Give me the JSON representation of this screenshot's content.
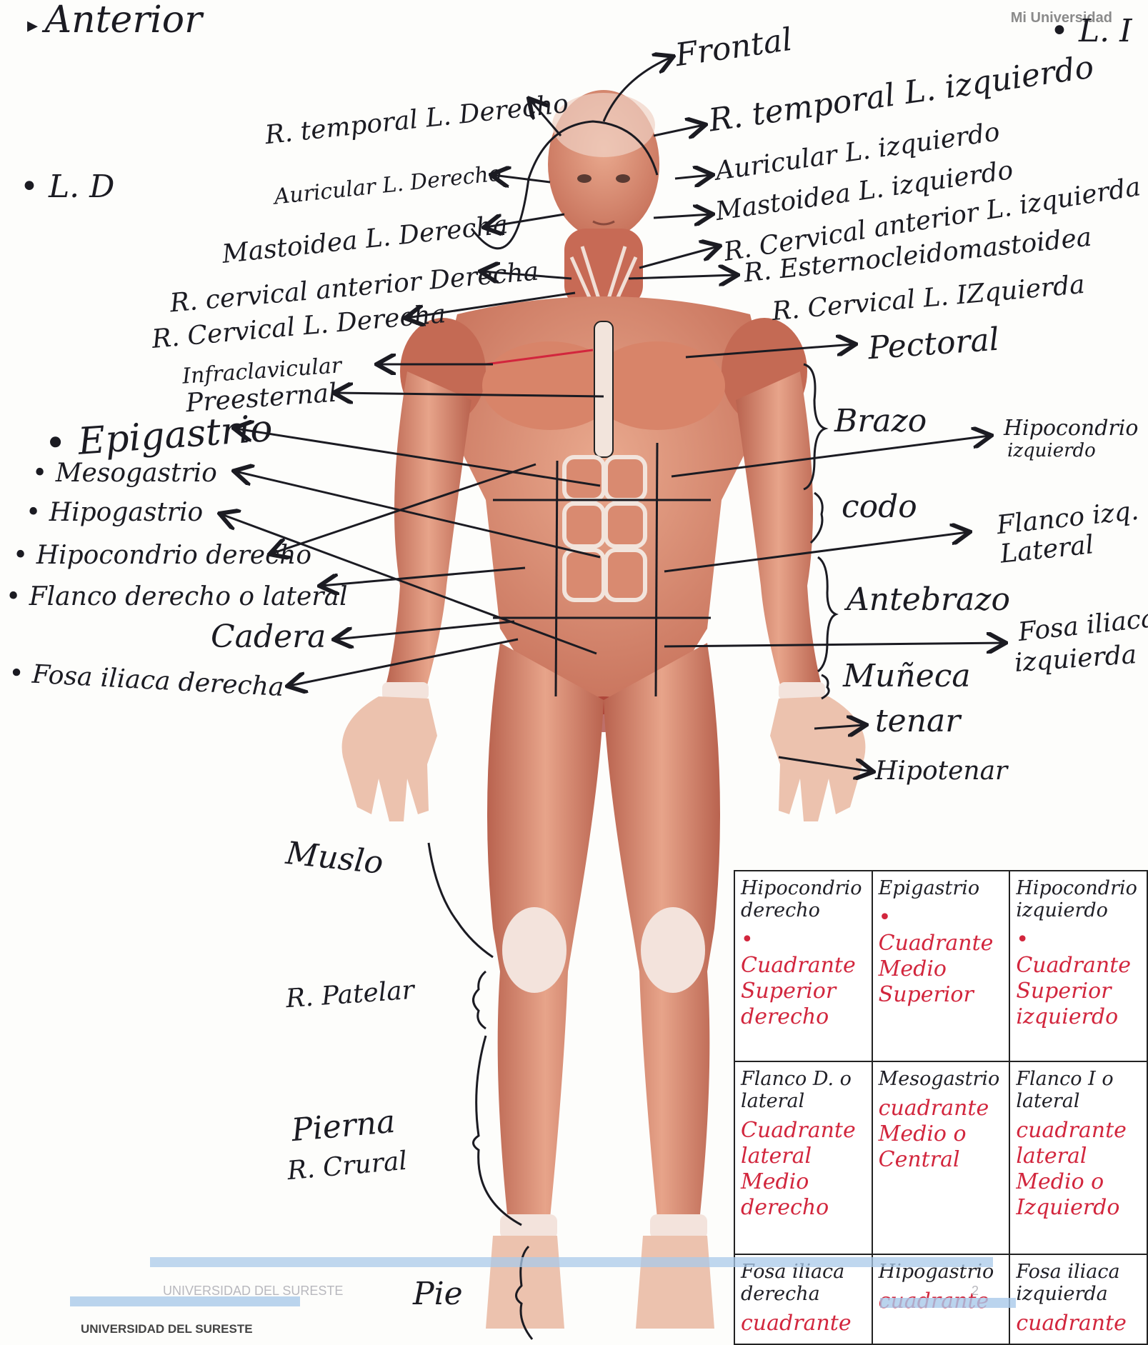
{
  "header": {
    "title": "Anterior",
    "left_side": "L. D",
    "right_side": "L. I",
    "logo_caption": "Mi Universidad"
  },
  "labels_left": {
    "temporal_der": "R. temporal L. Derecho",
    "auricular_der": "Auricular L. Derecho",
    "mastoidea_der": "Mastoidea L. Derecha",
    "cervical_ant_der": "R. cervical anterior Derecha",
    "cervical_der": "R. Cervical L. Derecha",
    "infraclavicular": "Infraclavicular",
    "preesternal": "Preesternal",
    "epigastrio": "Epigastrio",
    "mesogastrio": "Mesogastrio",
    "hipogastrio": "Hipogastrio",
    "hipocondrio_der": "Hipocondrio derecho",
    "flanco_der": "Flanco derecho o lateral",
    "cadera": "Cadera",
    "fosa_iliaca_der": "Fosa iliaca derecha",
    "muslo": "Muslo",
    "patelar": "R. Patelar",
    "pierna": "Pierna",
    "crural": "R. Crural",
    "pie": "Pie"
  },
  "labels_right": {
    "frontal": "Frontal",
    "temporal_izq": "R. temporal L. izquierdo",
    "auricular_izq": "Auricular L. izquierdo",
    "mastoidea_izq": "Mastoidea L. izquierdo",
    "cervical_ant_izq": "R. Cervical anterior L. izquierda",
    "esternocleido": "R. Esternocleidomastoidea",
    "cervical_izq": "R. Cervical L. IZquierda",
    "pectoral": "Pectoral",
    "brazo": "Brazo",
    "codo": "codo",
    "antebrazo": "Antebrazo",
    "muneca": "Muñeca",
    "tenar": "tenar",
    "hipotenar": "Hipotenar",
    "hipocondrio_izq_1": "Hipocondrio",
    "hipocondrio_izq_2": "izquierdo",
    "flanco_izq_1": "Flanco izq.",
    "flanco_izq_2": "Lateral",
    "fosa_izq_1": "Fosa iliaca",
    "fosa_izq_2": "izquierda"
  },
  "regions_table": [
    [
      {
        "name": "Hipocondrio derecho",
        "quadrant": "• Cuadrante Superior derecho"
      },
      {
        "name": "Epigastrio",
        "quadrant": "• Cuadrante Medio Superior"
      },
      {
        "name": "Hipocondrio izquierdo",
        "quadrant": "• Cuadrante Superior izquierdo"
      }
    ],
    [
      {
        "name": "Flanco D. o lateral",
        "quadrant": "Cuadrante lateral Medio derecho"
      },
      {
        "name": "Mesogastrio",
        "quadrant": "cuadrante Medio o Central"
      },
      {
        "name": "Flanco I o lateral",
        "quadrant": "cuadrante lateral Medio o Izquierdo"
      }
    ],
    [
      {
        "name": "Fosa iliaca derecha",
        "quadrant": "cuadrante"
      },
      {
        "name": "Hipogastrio",
        "quadrant": "cuadrante"
      },
      {
        "name": "Fosa iliaca izquierda",
        "quadrant": "cuadrante"
      }
    ]
  ],
  "footer": {
    "institution": "UNIVERSIDAD DEL SURESTE",
    "institution_watermark": "UNIVERSIDAD DEL SURESTE",
    "page_number": "2"
  },
  "colors": {
    "skin": "#e2a085",
    "muscle": "#c96a55",
    "tendon": "#f3e3dc",
    "ink": "#1b1b22",
    "red_ink": "#d2263d",
    "footer_bar": "#a9c9ea"
  }
}
